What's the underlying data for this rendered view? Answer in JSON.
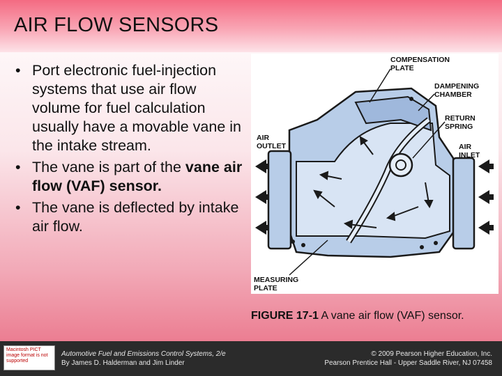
{
  "slide": {
    "title": "AIR FLOW SENSORS",
    "bullets": [
      {
        "prefix": "Port electronic fuel-injection systems that use air flow volume for fuel calculation usually have a movable vane in the intake stream.",
        "bold": "",
        "suffix": ""
      },
      {
        "prefix": "The vane is part of the ",
        "bold": "vane air flow (VAF) sensor.",
        "suffix": ""
      },
      {
        "prefix": "The vane is deflected by intake air flow.",
        "bold": "",
        "suffix": ""
      }
    ],
    "bullet_glyph": "•"
  },
  "figure": {
    "labels": {
      "compensation_1": "COMPENSATION",
      "compensation_2": "PLATE",
      "dampening_1": "DAMPENING",
      "dampening_2": "CHAMBER",
      "return_1": "RETURN",
      "return_2": "SPRING",
      "air_inlet_1": "AIR",
      "air_inlet_2": "INLET",
      "air_outlet_1": "AIR",
      "air_outlet_2": "OUTLET",
      "measuring_1": "MEASURING",
      "measuring_2": "PLATE"
    },
    "colors": {
      "body": "#b8cde8",
      "outline": "#1a1a1a"
    },
    "caption_bold": "FIGURE 17-1",
    "caption_text": " A vane air flow (VAF) sensor."
  },
  "footer": {
    "logo_text": "Macintosh PICT image format is not supported",
    "book_title": "Automotive Fuel and Emissions Control Systems, 2/e",
    "authors": "By James D. Halderman and Jim Linder",
    "copyright": "© 2009 Pearson Higher Education, Inc.",
    "publisher": "Pearson Prentice Hall - Upper Saddle River, NJ 07458"
  }
}
